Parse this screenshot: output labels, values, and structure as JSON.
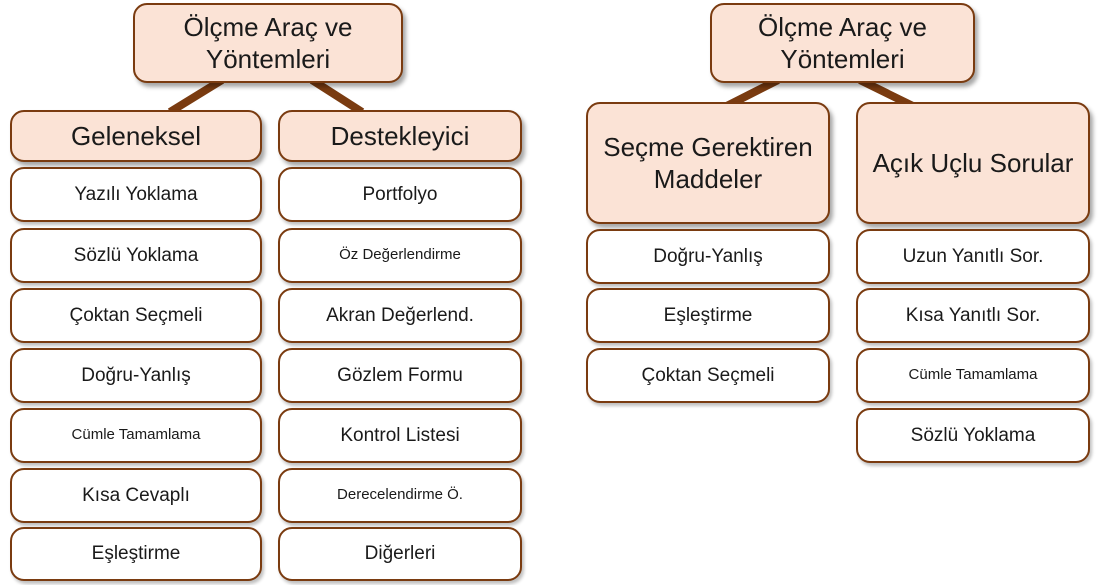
{
  "left": {
    "root": "Ölçme Araç ve Yöntemleri",
    "columns": [
      {
        "title": "Geleneksel",
        "items": [
          "Yazılı Yoklama",
          "Sözlü Yoklama",
          "Çoktan Seçmeli",
          "Doğru-Yanlış",
          "Cümle Tamamlama",
          "Kısa Cevaplı",
          "Eşleştirme"
        ]
      },
      {
        "title": "Destekleyici",
        "items": [
          "Portfolyo",
          "Öz Değerlendirme",
          "Akran Değerlend.",
          "Gözlem Formu",
          "Kontrol Listesi",
          "Derecelendirme Ö.",
          "Diğerleri"
        ]
      }
    ]
  },
  "right": {
    "root": "Ölçme Araç ve Yöntemleri",
    "columns": [
      {
        "title": "Seçme Gerektiren Maddeler",
        "items": [
          "Doğru-Yanlış",
          "Eşleştirme",
          "Çoktan Seçmeli"
        ]
      },
      {
        "title": "Açık Uçlu Sorular",
        "items": [
          "Uzun Yanıtlı Sor.",
          "Kısa Yanıtlı Sor.",
          "Cümle Tamamlama",
          "Sözlü Yoklama"
        ]
      }
    ]
  },
  "colors": {
    "border": "#7a3b10",
    "header_fill": "#fbe3d6",
    "connector": "#7a3b10"
  }
}
